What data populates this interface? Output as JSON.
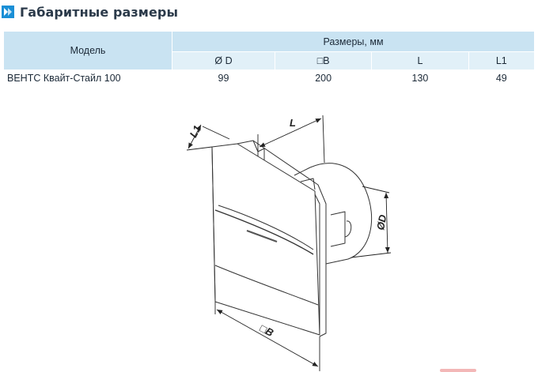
{
  "section": {
    "title": "Габаритные размеры",
    "marker_color": "#1a8fd6"
  },
  "table": {
    "model_header": "Модель",
    "group_header": "Размеры, мм",
    "columns": [
      "Ø D",
      "□B",
      "L",
      "L1"
    ],
    "rows": [
      {
        "model": "ВЕНТС Квайт-Стайл 100",
        "values": [
          "99",
          "200",
          "130",
          "49"
        ]
      }
    ]
  },
  "drawing": {
    "labels": {
      "l1": "L1",
      "l": "L",
      "d": "ØD",
      "b": "□B"
    }
  },
  "colors": {
    "header_bg": "#c9e3f2",
    "subheader_bg": "#e1f0f8",
    "title_text": "#2b3a4a"
  }
}
